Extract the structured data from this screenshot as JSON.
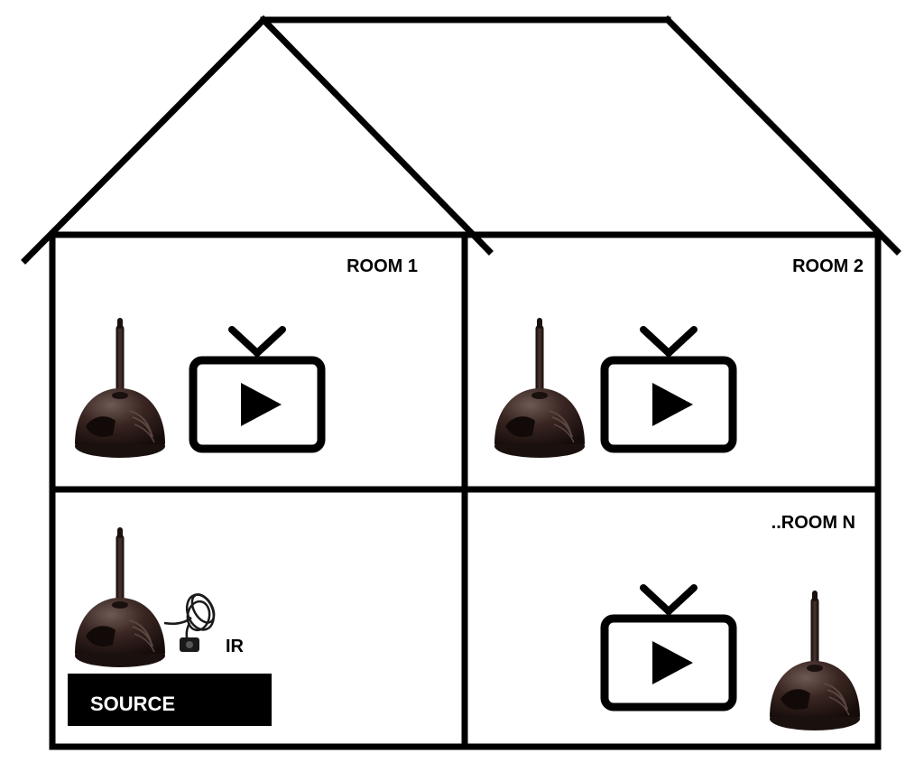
{
  "rooms": {
    "room1": "ROOM 1",
    "room2": "ROOM 2",
    "roomN": "..ROOM N"
  },
  "source": {
    "label": "SOURCE",
    "ir_label": "IR"
  },
  "colors": {
    "line": "#000000",
    "background": "#ffffff",
    "device_body": "#2a1a16",
    "device_highlight": "#6e5a54",
    "source_box": "#000000",
    "source_text": "#ffffff"
  },
  "icons": [
    "house-outline",
    "tv-play-icon",
    "wireless-transmitter-icon",
    "ir-cable-icon"
  ]
}
